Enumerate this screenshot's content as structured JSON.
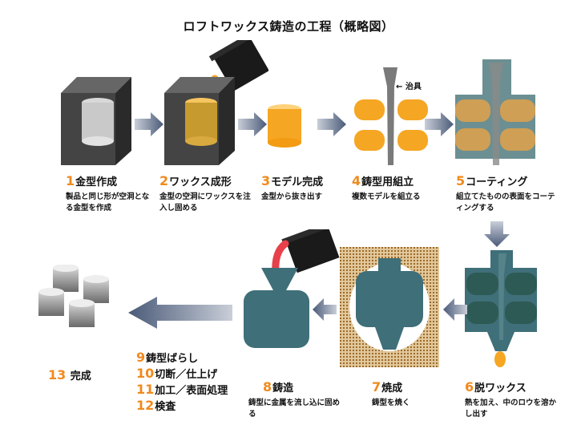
{
  "title": "ロフトワックス鋳造の工程（概略図）",
  "jig_label": "← 治具",
  "steps": [
    {
      "num": "1",
      "label": "金型作成",
      "desc": "製品と同じ形が空洞となる金型を作成"
    },
    {
      "num": "2",
      "label": "ワックス成形",
      "desc": "金型の空洞にワックスを注入し固める"
    },
    {
      "num": "3",
      "label": "モデル完成",
      "desc": "金型から抜き出す"
    },
    {
      "num": "4",
      "label": "鋳型用組立",
      "desc": "複数モデルを組立る"
    },
    {
      "num": "5",
      "label": "コーティング",
      "desc": "組立てたものの表面をコーティングする"
    },
    {
      "num": "6",
      "label": "脱ワックス",
      "desc": "熱を加え、中のロウを溶かし出す"
    },
    {
      "num": "7",
      "label": "焼成",
      "desc": "鋳型を焼く"
    },
    {
      "num": "8",
      "label": "鋳造",
      "desc": "鋳型に金属を流し込に固める"
    },
    {
      "num": "9",
      "label": "鋳型ばらし"
    },
    {
      "num": "10",
      "label": "切断／仕上げ"
    },
    {
      "num": "11",
      "label": "加工／表面処理"
    },
    {
      "num": "12",
      "label": "検査"
    },
    {
      "num": "13",
      "label": "完成"
    }
  ],
  "colors": {
    "accent": "#f08a1e",
    "wax": "#f5a623",
    "mold": "#3f6f79",
    "arrow": "#4a5a78",
    "box": "#3a3a3a"
  }
}
